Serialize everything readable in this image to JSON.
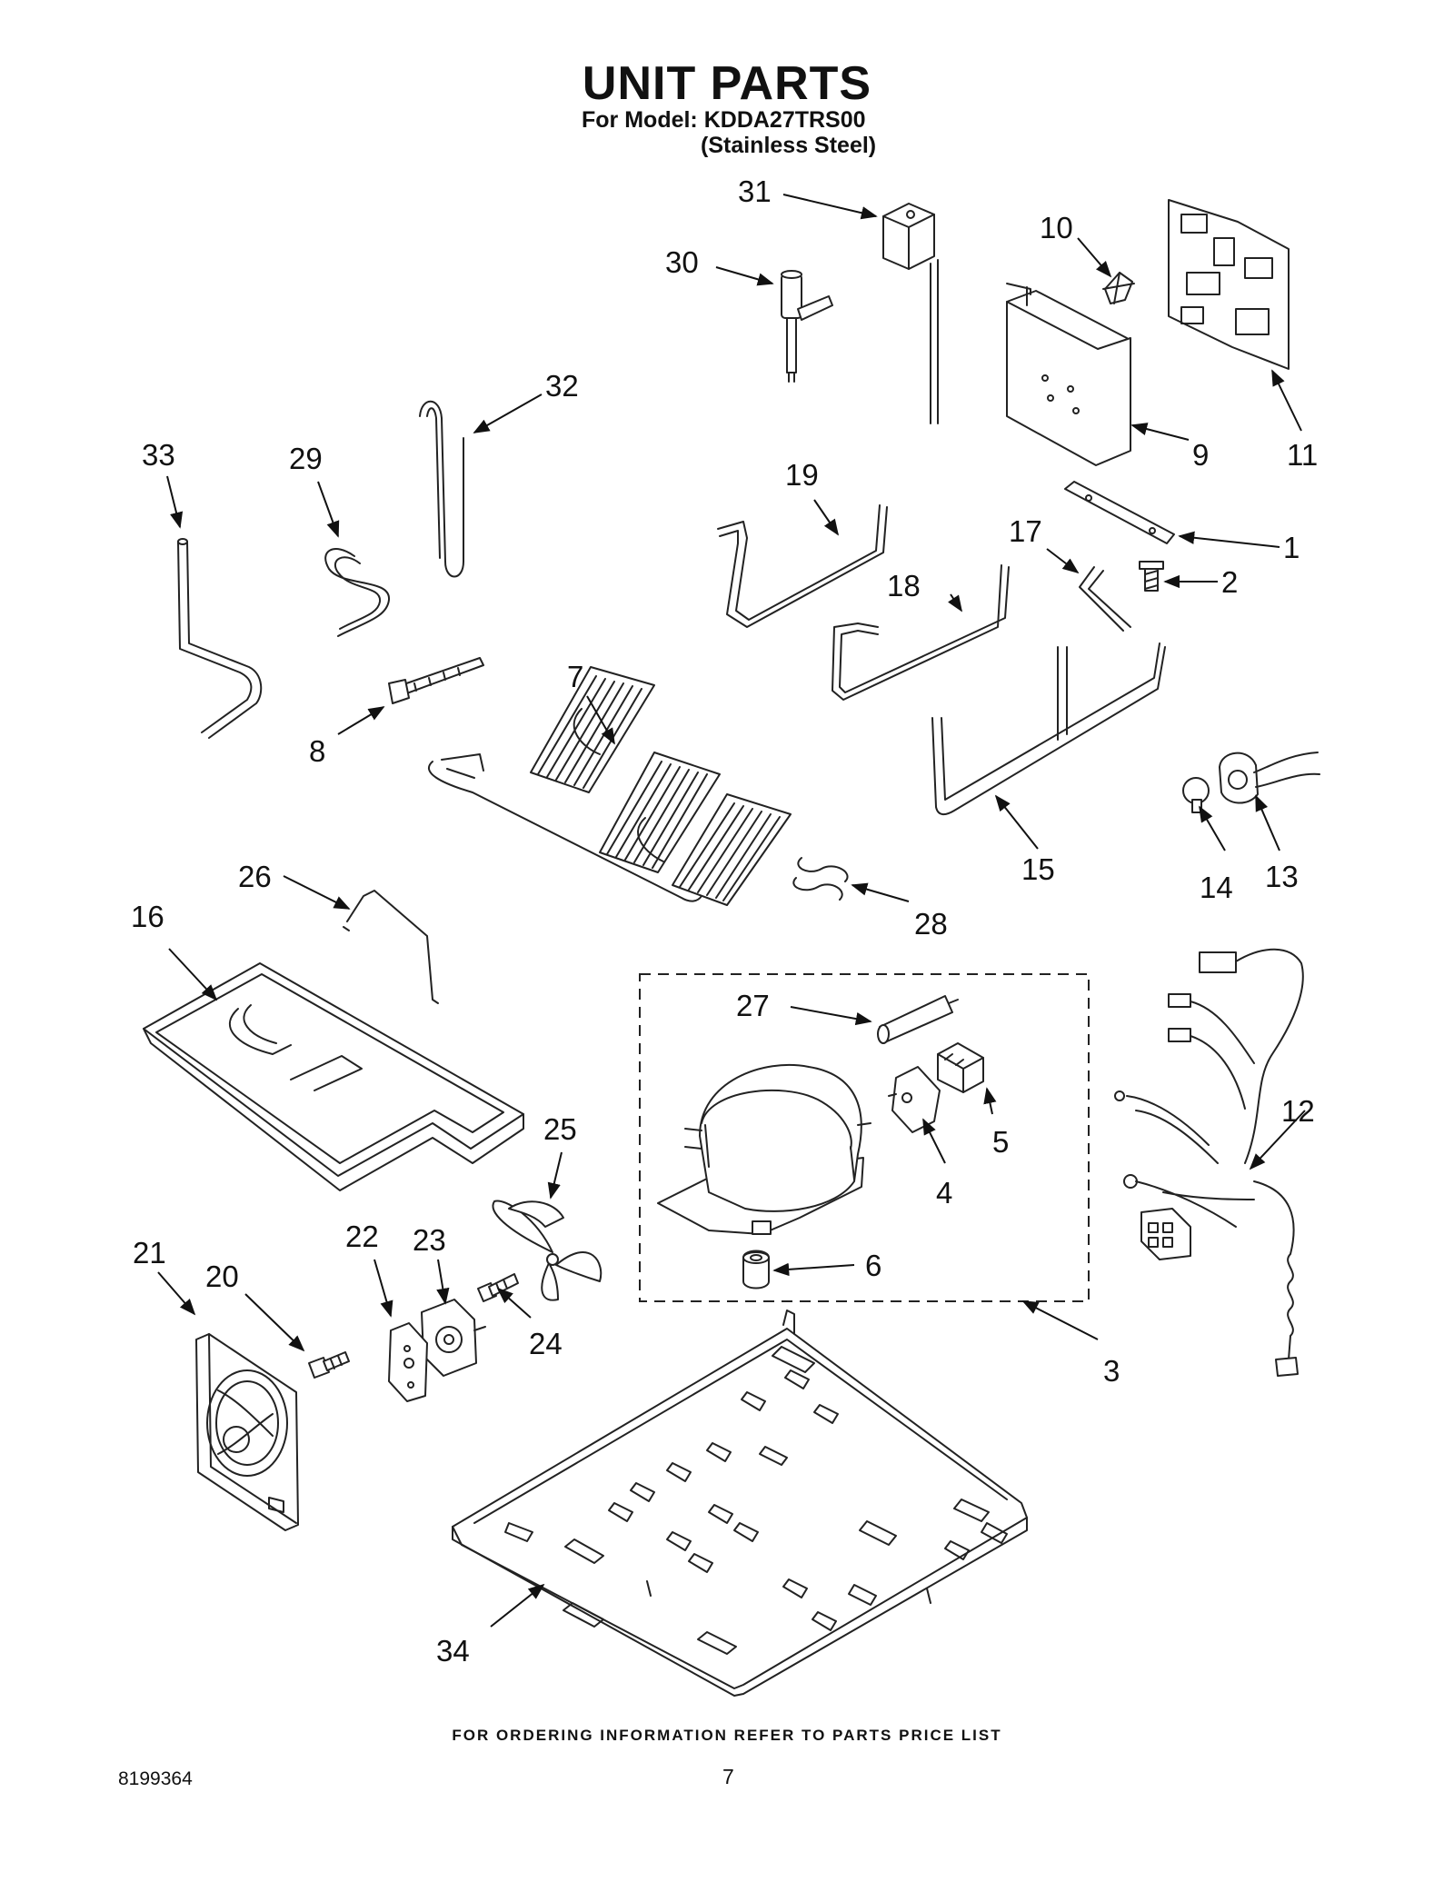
{
  "header": {
    "title": "UNIT PARTS",
    "model_line": "For Model: KDDA27TRS00",
    "finish_line": "(Stainless Steel)"
  },
  "footer": {
    "note": "FOR ORDERING INFORMATION REFER TO PARTS PRICE LIST",
    "doc_number": "8199364",
    "page_number": "7"
  },
  "callouts": {
    "c1": "1",
    "c2": "2",
    "c3": "3",
    "c4": "4",
    "c5": "5",
    "c6": "6",
    "c7": "7",
    "c8": "8",
    "c9": "9",
    "c10": "10",
    "c11": "11",
    "c12": "12",
    "c13": "13",
    "c14": "14",
    "c15": "15",
    "c16": "16",
    "c17": "17",
    "c18": "18",
    "c19": "19",
    "c20": "20",
    "c21": "21",
    "c22": "22",
    "c23": "23",
    "c24": "24",
    "c25": "25",
    "c26": "26",
    "c27": "27",
    "c28": "28",
    "c29": "29",
    "c30": "30",
    "c31": "31",
    "c32": "32",
    "c33": "33",
    "c34": "34"
  }
}
